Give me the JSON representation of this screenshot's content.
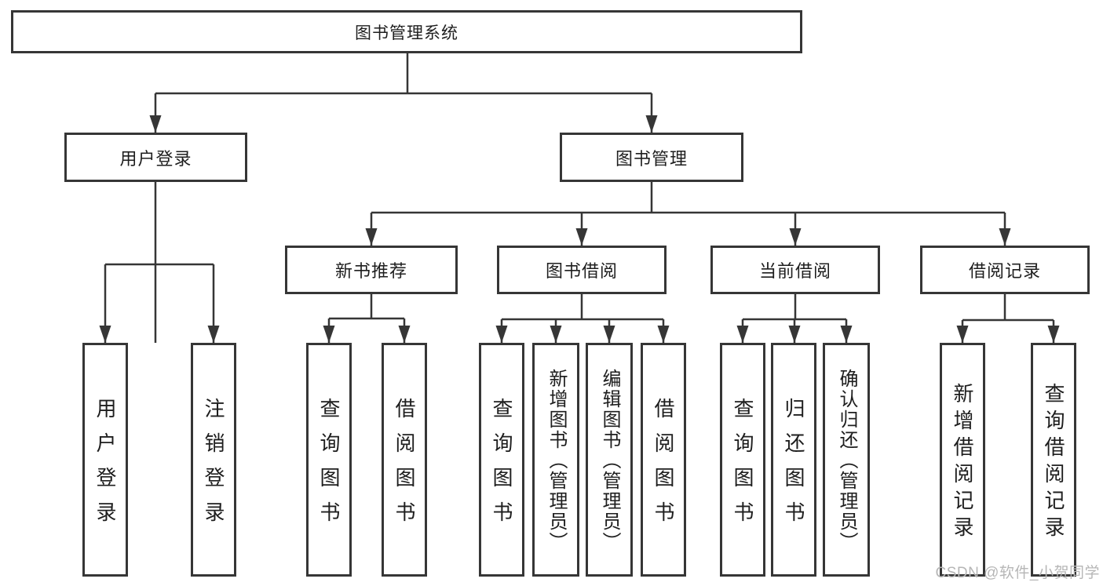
{
  "tree": {
    "label": "图书管理系统",
    "children": [
      {
        "label": "用户登录",
        "children": [
          {
            "label": "用户登录"
          },
          {
            "label": "注销登录"
          }
        ]
      },
      {
        "label": "图书管理",
        "children": [
          {
            "label": "新书推荐",
            "children": [
              {
                "label": "查询图书"
              },
              {
                "label": "借阅图书"
              }
            ]
          },
          {
            "label": "图书借阅",
            "children": [
              {
                "label": "查询图书"
              },
              {
                "label": "新增图书（管理员）"
              },
              {
                "label": "编辑图书（管理员）"
              },
              {
                "label": "借阅图书"
              }
            ]
          },
          {
            "label": "当前借阅",
            "children": [
              {
                "label": "查询图书"
              },
              {
                "label": "归还图书"
              },
              {
                "label": "确认归还（管理员）"
              }
            ]
          },
          {
            "label": "借阅记录",
            "children": [
              {
                "label": "新增借阅记录"
              },
              {
                "label": "查询借阅记录"
              }
            ]
          }
        ]
      }
    ]
  },
  "watermark": {
    "text": "CSDN @软件_小贺同学"
  },
  "colors": {
    "line": "#363636",
    "box_border": "#363636",
    "text": "#1e1e1e",
    "watermark": "#b6b6b6",
    "background": "#ffffff"
  }
}
